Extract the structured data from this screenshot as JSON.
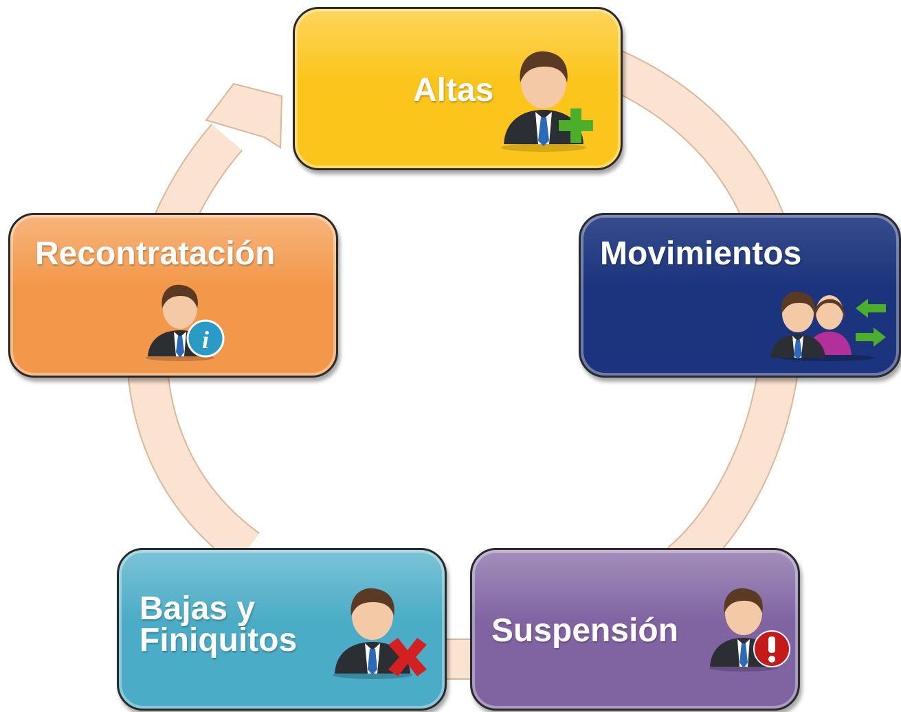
{
  "diagram": {
    "colors": {
      "altas": "#fcc51c",
      "movimientos": "#1c347d",
      "suspension": "#8064a2",
      "bajas": "#4aacc6",
      "recontratacion": "#f3984a",
      "arrow_fill": "#fbe3d1",
      "arrow_stroke": "#d9b89a"
    },
    "nodes": [
      {
        "id": "altas",
        "label": "Altas",
        "icon": "user-add-icon"
      },
      {
        "id": "movimientos",
        "label": "Movimientos",
        "icon": "users-transfer-icon"
      },
      {
        "id": "suspension",
        "label": "Suspensión",
        "icon": "user-warning-icon"
      },
      {
        "id": "bajas",
        "label_line1": "Bajas y",
        "label_line2": "Finiquitos",
        "icon": "user-remove-icon"
      },
      {
        "id": "recontratacion",
        "label": "Recontratación",
        "icon": "user-info-icon"
      }
    ],
    "flow": "clockwise cycle"
  }
}
